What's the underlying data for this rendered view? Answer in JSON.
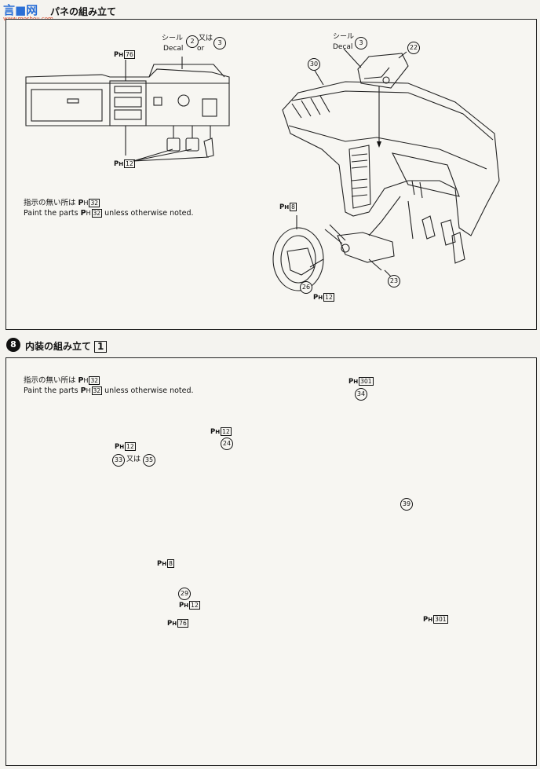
{
  "watermark": {
    "logo_text": "言■网",
    "url": "www.moshou.com"
  },
  "step7": {
    "title_prefix": "パ",
    "title": "ネの組み立て",
    "note_ja": "指示の無い所は",
    "note_en": "Paint the parts",
    "note_en_suffix": "unless otherwise noted.",
    "paint_code": "32",
    "callouts": {
      "decal_label_ja": "シール",
      "decal_label_en": "Decal",
      "decal_a": "2",
      "or_ja": "又は",
      "or_en": "or",
      "decal_b": "3",
      "decal_c": "3",
      "ph76": "76",
      "ph12": "12",
      "ph8": "8",
      "ph12b": "12",
      "part30": "30",
      "part22": "22",
      "part26": "26",
      "part23": "23"
    }
  },
  "step8": {
    "step_number": "8",
    "title": "内装の組み立て",
    "sub_step": "1",
    "note_ja": "指示の無い所は",
    "note_en": "Paint the parts",
    "note_en_suffix": "unless otherwise noted.",
    "paint_code": "32",
    "callouts": {
      "ph301a": "301",
      "part34": "34",
      "ph12a": "12",
      "part33": "33",
      "or_ja": "又は",
      "part35": "35",
      "ph12b": "12",
      "part24": "24",
      "part39": "39",
      "ph8": "8",
      "part29": "29",
      "ph12c": "12",
      "ph76": "76",
      "ph301b": "301"
    }
  },
  "ph_prefix": "P",
  "ph_sub": "H"
}
